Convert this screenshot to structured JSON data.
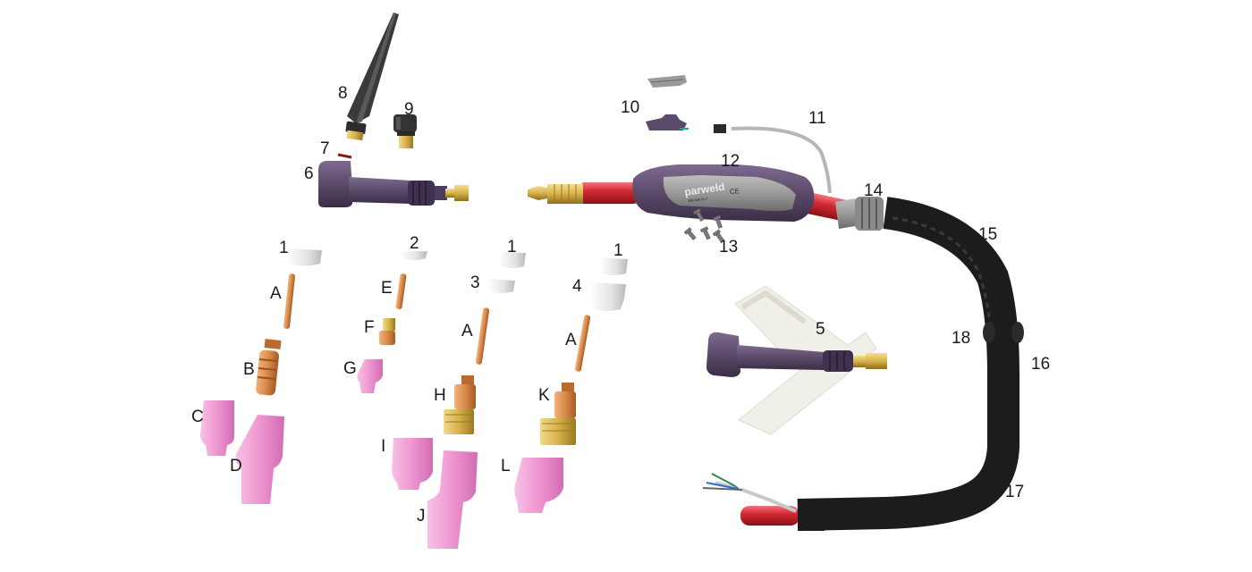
{
  "diagram": {
    "brand_logo": "parweld",
    "ce_mark": "CE",
    "spec_mark": "EN 60974-7",
    "colors": {
      "torch_body": "#5b4a6a",
      "cable": "#1c1c1c",
      "hose_red": "#d42a32",
      "brass": "#d7b24a",
      "copper": "#d98b4a",
      "nozzle_pink": "#ef9ad2",
      "insulator": "#e3e3e3",
      "back_cap": "#3c3c3c"
    },
    "labels": {
      "n1a": "1",
      "n1b": "1",
      "n1c": "1",
      "n2": "2",
      "n3": "3",
      "n4": "4",
      "n5": "5",
      "n6": "6",
      "n7": "7",
      "n8": "8",
      "n9": "9",
      "n10": "10",
      "n11": "11",
      "n12": "12",
      "n13": "13",
      "n14": "14",
      "n15": "15",
      "n16": "16",
      "n17": "17",
      "n18": "18",
      "a1": "A",
      "a2": "A",
      "a3": "A",
      "b": "B",
      "c": "C",
      "d": "D",
      "e": "E",
      "f": "F",
      "g": "G",
      "h": "H",
      "i": "I",
      "j": "J",
      "k": "K",
      "l": "L"
    }
  }
}
